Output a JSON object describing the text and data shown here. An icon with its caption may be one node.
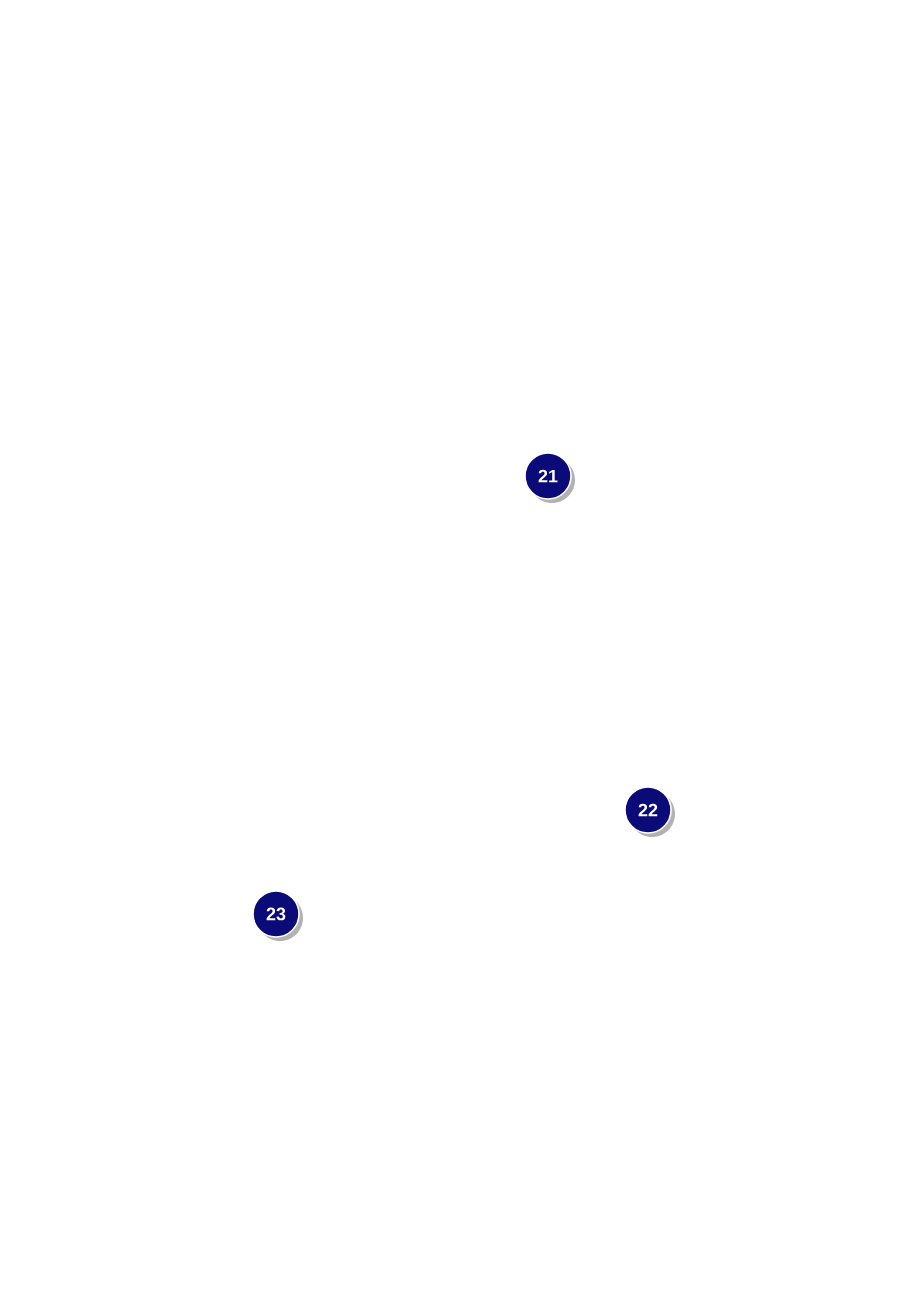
{
  "diagram": {
    "nodes": [
      {
        "text": [
          "21"
        ]
      },
      {
        "text": [
          "22"
        ]
      },
      {
        "text": [
          "23"
        ]
      }
    ]
  }
}
